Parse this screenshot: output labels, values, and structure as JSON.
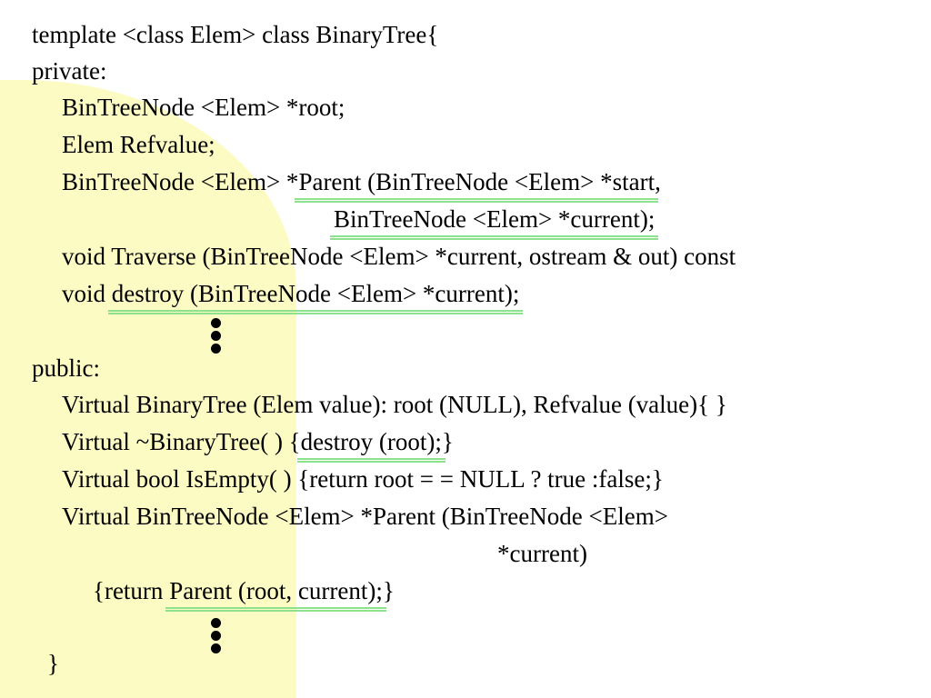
{
  "lines": {
    "l1": "template <class Elem> class BinaryTree{",
    "l2": "private:",
    "l3": "BinTreeNode <Elem> *root;",
    "l4": "Elem Refvalue;",
    "l5_a": "BinTreeNode <Elem> *",
    "l5_b": "Parent (BinTreeNode <Elem> *start",
    "l5_c": ",",
    "l6": "BinTreeNode <Elem> *current);",
    "l7": "void Traverse (BinTreeNode <Elem> *current, ostream & out) const",
    "l8_a": "void ",
    "l8_b": "destroy (BinTreeNode <Elem> *current);",
    "l9": "public:",
    "l10": "Virtual BinaryTree (Elem value): root (NULL), Refvalue (value){ }",
    "l11_a": "Virtual ~BinaryTree( ) {",
    "l11_b": "destroy (root);",
    "l11_c": "}",
    "l12": "Virtual bool IsEmpty( ) {return root = = NULL ? true :false;}",
    "l13": "Virtual BinTreeNode <Elem> *Parent (BinTreeNode <Elem>",
    "l14": "*current)",
    "l15_a": "{return ",
    "l15_b": "Parent (root, current);",
    "l15_c": "}",
    "l16": "}"
  },
  "colors": {
    "background": "#ffffff",
    "side_band": "#fdfbc4",
    "underline": "#8ee28e",
    "text": "#000000"
  }
}
